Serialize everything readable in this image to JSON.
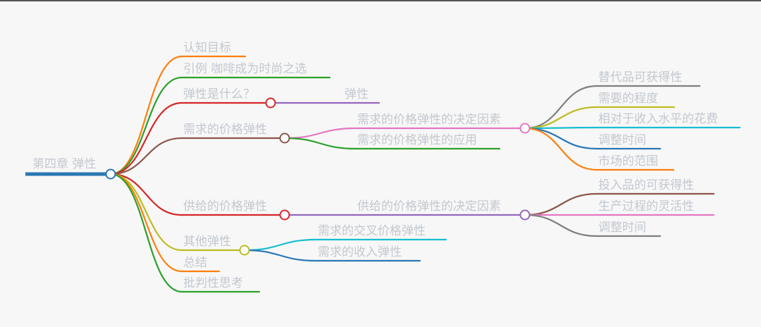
{
  "colors": {
    "background": "#f7f7f7",
    "text": "#c3c8cf",
    "blue": "#2a77b4",
    "orange": "#ff7f0e",
    "green": "#2ca02c",
    "red": "#d62728",
    "brown": "#8c564b",
    "purple": "#9467bd",
    "pink": "#e377c2",
    "grey": "#7f7f7f",
    "olive": "#bcbd22",
    "cyan": "#17becf"
  },
  "mindmap": {
    "root": {
      "label": "第四章 弹性",
      "color": "blue"
    },
    "branches": [
      {
        "id": "b1",
        "label": "认知目标",
        "color": "orange"
      },
      {
        "id": "b2",
        "label": "引例 咖啡成为时尚之选",
        "color": "green"
      },
      {
        "id": "b3",
        "label": "弹性是什么？",
        "color": "red",
        "children": [
          {
            "id": "b3c1",
            "label": "弹性",
            "color": "purple"
          }
        ]
      },
      {
        "id": "b4",
        "label": "需求的价格弹性",
        "color": "brown",
        "children": [
          {
            "id": "b4c1",
            "label": "需求的价格弹性的决定因素",
            "color": "pink",
            "children": [
              {
                "id": "b4c1a",
                "label": "替代品可获得性",
                "color": "grey"
              },
              {
                "id": "b4c1b",
                "label": "需要的程度",
                "color": "olive"
              },
              {
                "id": "b4c1c",
                "label": "相对于收入水平的花费",
                "color": "cyan"
              },
              {
                "id": "b4c1d",
                "label": "调整时间",
                "color": "blue"
              },
              {
                "id": "b4c1e",
                "label": "市场的范围",
                "color": "orange"
              }
            ]
          },
          {
            "id": "b4c2",
            "label": "需求的价格弹性的应用",
            "color": "green"
          }
        ]
      },
      {
        "id": "b5",
        "label": "供给的价格弹性",
        "color": "red",
        "children": [
          {
            "id": "b5c1",
            "label": "供给的价格弹性的决定因素",
            "color": "purple",
            "children": [
              {
                "id": "b5c1a",
                "label": "投入品的可获得性",
                "color": "brown"
              },
              {
                "id": "b5c1b",
                "label": "生产过程的灵活性",
                "color": "pink"
              },
              {
                "id": "b5c1c",
                "label": "调整时间",
                "color": "grey"
              }
            ]
          }
        ]
      },
      {
        "id": "b6",
        "label": "其他弹性",
        "color": "olive",
        "children": [
          {
            "id": "b6c1",
            "label": "需求的交叉价格弹性",
            "color": "cyan"
          },
          {
            "id": "b6c2",
            "label": "需求的收入弹性",
            "color": "blue"
          }
        ]
      },
      {
        "id": "b7",
        "label": "总结",
        "color": "orange"
      },
      {
        "id": "b8",
        "label": "批判性思考",
        "color": "green"
      }
    ]
  }
}
